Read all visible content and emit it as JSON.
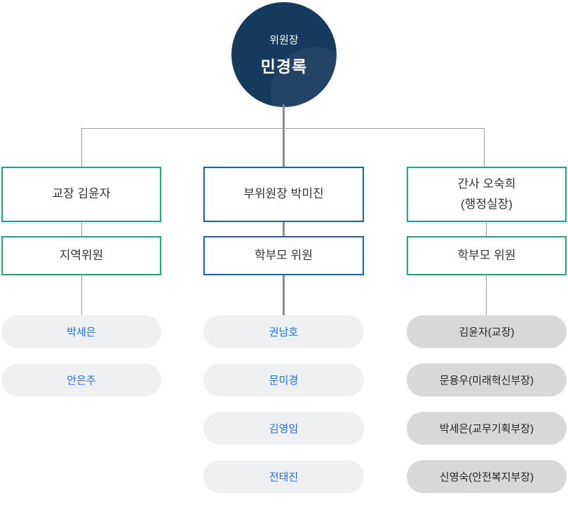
{
  "root_node": {
    "title": "위원장",
    "name": "민경록"
  },
  "columns": [
    {
      "id": "left",
      "accent_color": "#0db27d",
      "head_line1": "교장 김윤자",
      "sub_label": "지역위원",
      "member_bg": "#eef0f2",
      "member_text_color": "#1c6fe2",
      "members": [
        "박세은",
        "안은주"
      ]
    },
    {
      "id": "middle",
      "accent_color": "#1164c1",
      "head_line1": "부위원장 박미진",
      "sub_label": "학부모 위원",
      "member_bg": "#eef0f2",
      "member_text_color": "#1c6fe2",
      "members": [
        "권남호",
        "문미경",
        "김영임",
        "전태진"
      ]
    },
    {
      "id": "right",
      "accent_color": "#0db27d",
      "head_line1": "간사 오숙희",
      "head_line2": "(행정실장)",
      "sub_label": "학부모 위원",
      "member_bg": "#d8d8d8",
      "member_text_color": "#222222",
      "members": [
        "김윤자(교장)",
        "문용우(미래혁신부장)",
        "박세은(교무기획부장)",
        "신영숙(안전복지부장)"
      ]
    }
  ],
  "colors": {
    "chair_circle_bg": "#16395e",
    "chair_text": "#ffffff",
    "green_accent": "#0db27d",
    "blue_accent": "#1164c1",
    "connector_thin": "#9a9a9a",
    "connector_thick": "#8c8c8c",
    "member_pill_light": "#eef0f2",
    "member_pill_gray": "#d8d8d8",
    "member_text_blue": "#1c6fe2",
    "box_text": "#333333",
    "background": "#ffffff"
  }
}
